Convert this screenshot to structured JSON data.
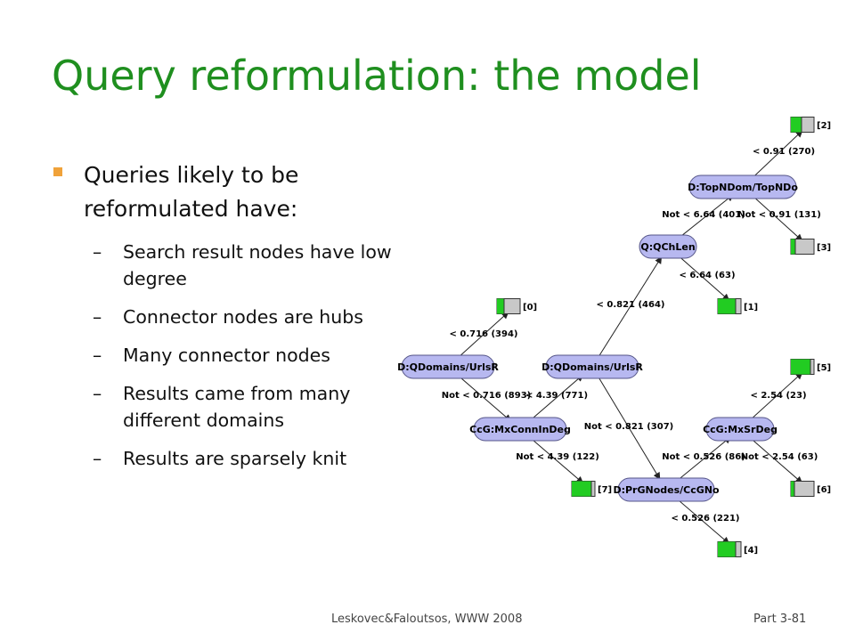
{
  "slide": {
    "title": "Query reformulation: the model",
    "bullet": "Queries likely to be reformulated have:",
    "sub_bullets": [
      "Search result nodes have low degree",
      "Connector nodes are hubs",
      "Many connector nodes",
      "Results came from many different domains",
      "Results are sparsely knit"
    ],
    "dash": "–",
    "footer_left": "Leskovec&Faloutsos, WWW 2008",
    "footer_right": "Part 3-81"
  },
  "tree": {
    "colors": {
      "node_fill": "#b7b8f0",
      "node_stroke": "#555588",
      "leaf_green": "#22cc22",
      "leaf_gray": "#c8c8c8"
    },
    "nodes": [
      {
        "id": "n1",
        "label": "D:TopNDom/TopNDo"
      },
      {
        "id": "n2",
        "label": "Q:QChLen"
      },
      {
        "id": "n3",
        "label": "D:QDomains/UrlsR"
      },
      {
        "id": "n4",
        "label": "D:QDomains/UrlsR"
      },
      {
        "id": "n5",
        "label": "CcG:MxConnInDeg"
      },
      {
        "id": "n6",
        "label": "CcG:MxSrDeg"
      },
      {
        "id": "n7",
        "label": "D:PrGNodes/CcGNo"
      }
    ],
    "leaves": [
      {
        "id": "l2",
        "label": "[2]",
        "green_fraction": 0.45
      },
      {
        "id": "l3",
        "label": "[3]",
        "green_fraction": 0.2
      },
      {
        "id": "l1",
        "label": "[1]",
        "green_fraction": 0.75
      },
      {
        "id": "l0",
        "label": "[0]",
        "green_fraction": 0.3
      },
      {
        "id": "l5",
        "label": "[5]",
        "green_fraction": 0.85
      },
      {
        "id": "l7",
        "label": "[7]",
        "green_fraction": 0.85
      },
      {
        "id": "l6",
        "label": "[6]",
        "green_fraction": 0.15
      },
      {
        "id": "l4",
        "label": "[4]",
        "green_fraction": 0.75
      }
    ],
    "edges": [
      {
        "label": "< 0.91 (270)"
      },
      {
        "label": "Not < 0.91 (131)"
      },
      {
        "label": "Not < 6.64 (401)"
      },
      {
        "label": "< 6.64 (63)"
      },
      {
        "label": "< 0.821 (464)"
      },
      {
        "label": "< 0.716 (394)"
      },
      {
        "label": "Not < 0.716 (893)"
      },
      {
        "label": "< 4.39 (771)"
      },
      {
        "label": "Not < 4.39 (122)"
      },
      {
        "label": "Not < 0.821 (307)"
      },
      {
        "label": "< 2.54 (23)"
      },
      {
        "label": "Not < 2.54 (63)"
      },
      {
        "label": "Not < 0.526 (86)"
      },
      {
        "label": "< 0.526 (221)"
      }
    ]
  }
}
